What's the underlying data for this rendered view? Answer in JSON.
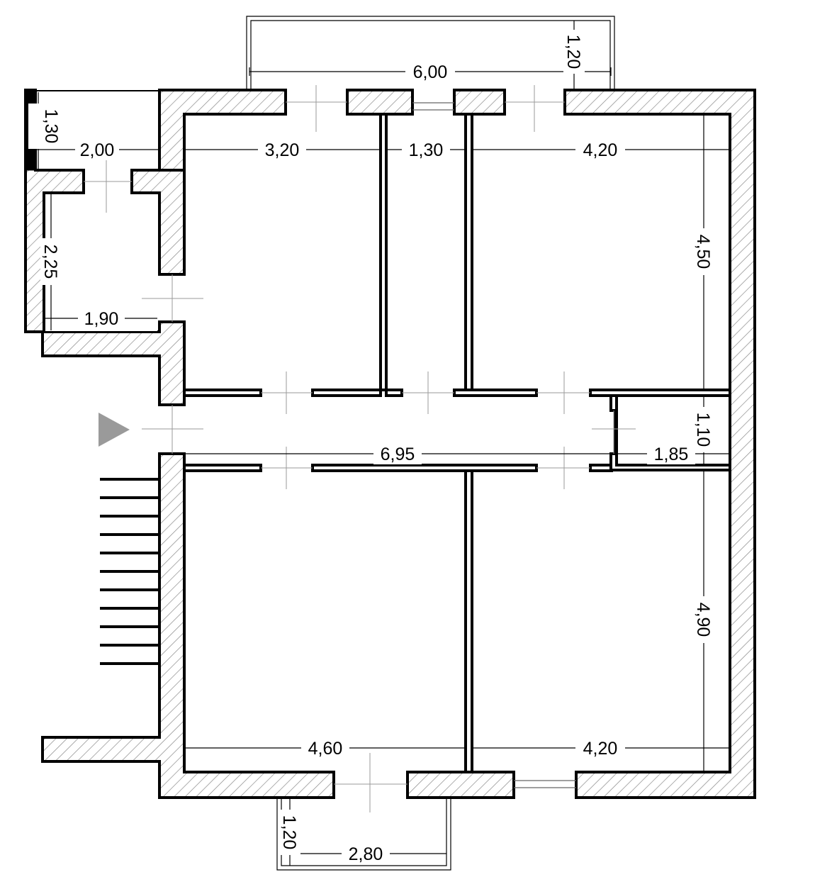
{
  "floor_plan": {
    "colors": {
      "wall_stroke": "#000000",
      "hatch": "#888888",
      "dimension": "#000000",
      "entrance_arrow": "#9a9a9a",
      "background": "#ffffff"
    },
    "entrance": {
      "icon": "triangle-arrow-right"
    },
    "dimensions": {
      "top_balcony_width": "6,00",
      "top_balcony_depth": "1,20",
      "small_room_height": "1,30",
      "small_room_width": "2,00",
      "bedroom_top_left_width": "3,20",
      "corridor_top_width": "1,30",
      "bedroom_top_right_width": "4,20",
      "bedroom_top_right_height": "4,50",
      "bathroom_height": "2,25",
      "bathroom_width": "1,90",
      "hallway_length": "6,95",
      "storage_height": "1,10",
      "storage_width": "1,85",
      "room_bottom_right_height": "4,90",
      "room_bottom_left_width": "4,60",
      "room_bottom_right_width": "4,20",
      "bottom_balcony_depth": "1,20",
      "bottom_balcony_width": "2,80"
    }
  }
}
